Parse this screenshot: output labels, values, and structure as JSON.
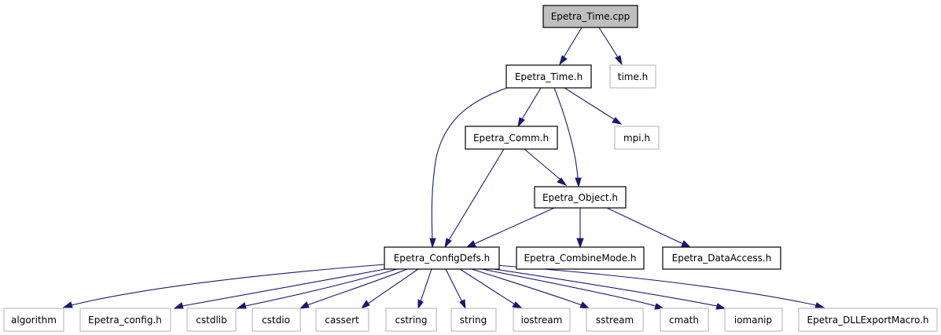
{
  "graph": {
    "colors": {
      "edge": "#191970",
      "internal_border": "#000000",
      "external_border": "#bfbfbf",
      "root_fill": "#bfbfbf"
    },
    "nodes": [
      {
        "id": "epetra_time_cpp",
        "label": "Epetra_Time.cpp",
        "kind": "root"
      },
      {
        "id": "epetra_time_h",
        "label": "Epetra_Time.h",
        "kind": "internal"
      },
      {
        "id": "time_h",
        "label": "time.h",
        "kind": "external"
      },
      {
        "id": "epetra_comm_h",
        "label": "Epetra_Comm.h",
        "kind": "internal"
      },
      {
        "id": "mpi_h",
        "label": "mpi.h",
        "kind": "external"
      },
      {
        "id": "epetra_object_h",
        "label": "Epetra_Object.h",
        "kind": "internal"
      },
      {
        "id": "epetra_configdefs_h",
        "label": "Epetra_ConfigDefs.h",
        "kind": "internal"
      },
      {
        "id": "epetra_combinemode_h",
        "label": "Epetra_CombineMode.h",
        "kind": "internal"
      },
      {
        "id": "epetra_dataaccess_h",
        "label": "Epetra_DataAccess.h",
        "kind": "internal"
      },
      {
        "id": "algorithm",
        "label": "algorithm",
        "kind": "external"
      },
      {
        "id": "epetra_config_h",
        "label": "Epetra_config.h",
        "kind": "external"
      },
      {
        "id": "cstdlib",
        "label": "cstdlib",
        "kind": "external"
      },
      {
        "id": "cstdio",
        "label": "cstdio",
        "kind": "external"
      },
      {
        "id": "cassert",
        "label": "cassert",
        "kind": "external"
      },
      {
        "id": "cstring",
        "label": "cstring",
        "kind": "external"
      },
      {
        "id": "string",
        "label": "string",
        "kind": "external"
      },
      {
        "id": "iostream",
        "label": "iostream",
        "kind": "external"
      },
      {
        "id": "sstream",
        "label": "sstream",
        "kind": "external"
      },
      {
        "id": "cmath",
        "label": "cmath",
        "kind": "external"
      },
      {
        "id": "iomanip",
        "label": "iomanip",
        "kind": "external"
      },
      {
        "id": "epetra_dllexportmacro_h",
        "label": "Epetra_DLLExportMacro.h",
        "kind": "external"
      }
    ],
    "edges": [
      {
        "from": "epetra_time_cpp",
        "to": "epetra_time_h"
      },
      {
        "from": "epetra_time_cpp",
        "to": "time_h"
      },
      {
        "from": "epetra_time_h",
        "to": "epetra_comm_h"
      },
      {
        "from": "epetra_time_h",
        "to": "mpi_h"
      },
      {
        "from": "epetra_time_h",
        "to": "epetra_object_h"
      },
      {
        "from": "epetra_time_h",
        "to": "epetra_configdefs_h"
      },
      {
        "from": "epetra_comm_h",
        "to": "epetra_object_h"
      },
      {
        "from": "epetra_comm_h",
        "to": "epetra_configdefs_h"
      },
      {
        "from": "epetra_object_h",
        "to": "epetra_configdefs_h"
      },
      {
        "from": "epetra_object_h",
        "to": "epetra_combinemode_h"
      },
      {
        "from": "epetra_object_h",
        "to": "epetra_dataaccess_h"
      },
      {
        "from": "epetra_configdefs_h",
        "to": "algorithm"
      },
      {
        "from": "epetra_configdefs_h",
        "to": "epetra_config_h"
      },
      {
        "from": "epetra_configdefs_h",
        "to": "cstdlib"
      },
      {
        "from": "epetra_configdefs_h",
        "to": "cstdio"
      },
      {
        "from": "epetra_configdefs_h",
        "to": "cassert"
      },
      {
        "from": "epetra_configdefs_h",
        "to": "cstring"
      },
      {
        "from": "epetra_configdefs_h",
        "to": "string"
      },
      {
        "from": "epetra_configdefs_h",
        "to": "iostream"
      },
      {
        "from": "epetra_configdefs_h",
        "to": "sstream"
      },
      {
        "from": "epetra_configdefs_h",
        "to": "cmath"
      },
      {
        "from": "epetra_configdefs_h",
        "to": "iomanip"
      },
      {
        "from": "epetra_configdefs_h",
        "to": "epetra_dllexportmacro_h"
      }
    ]
  }
}
